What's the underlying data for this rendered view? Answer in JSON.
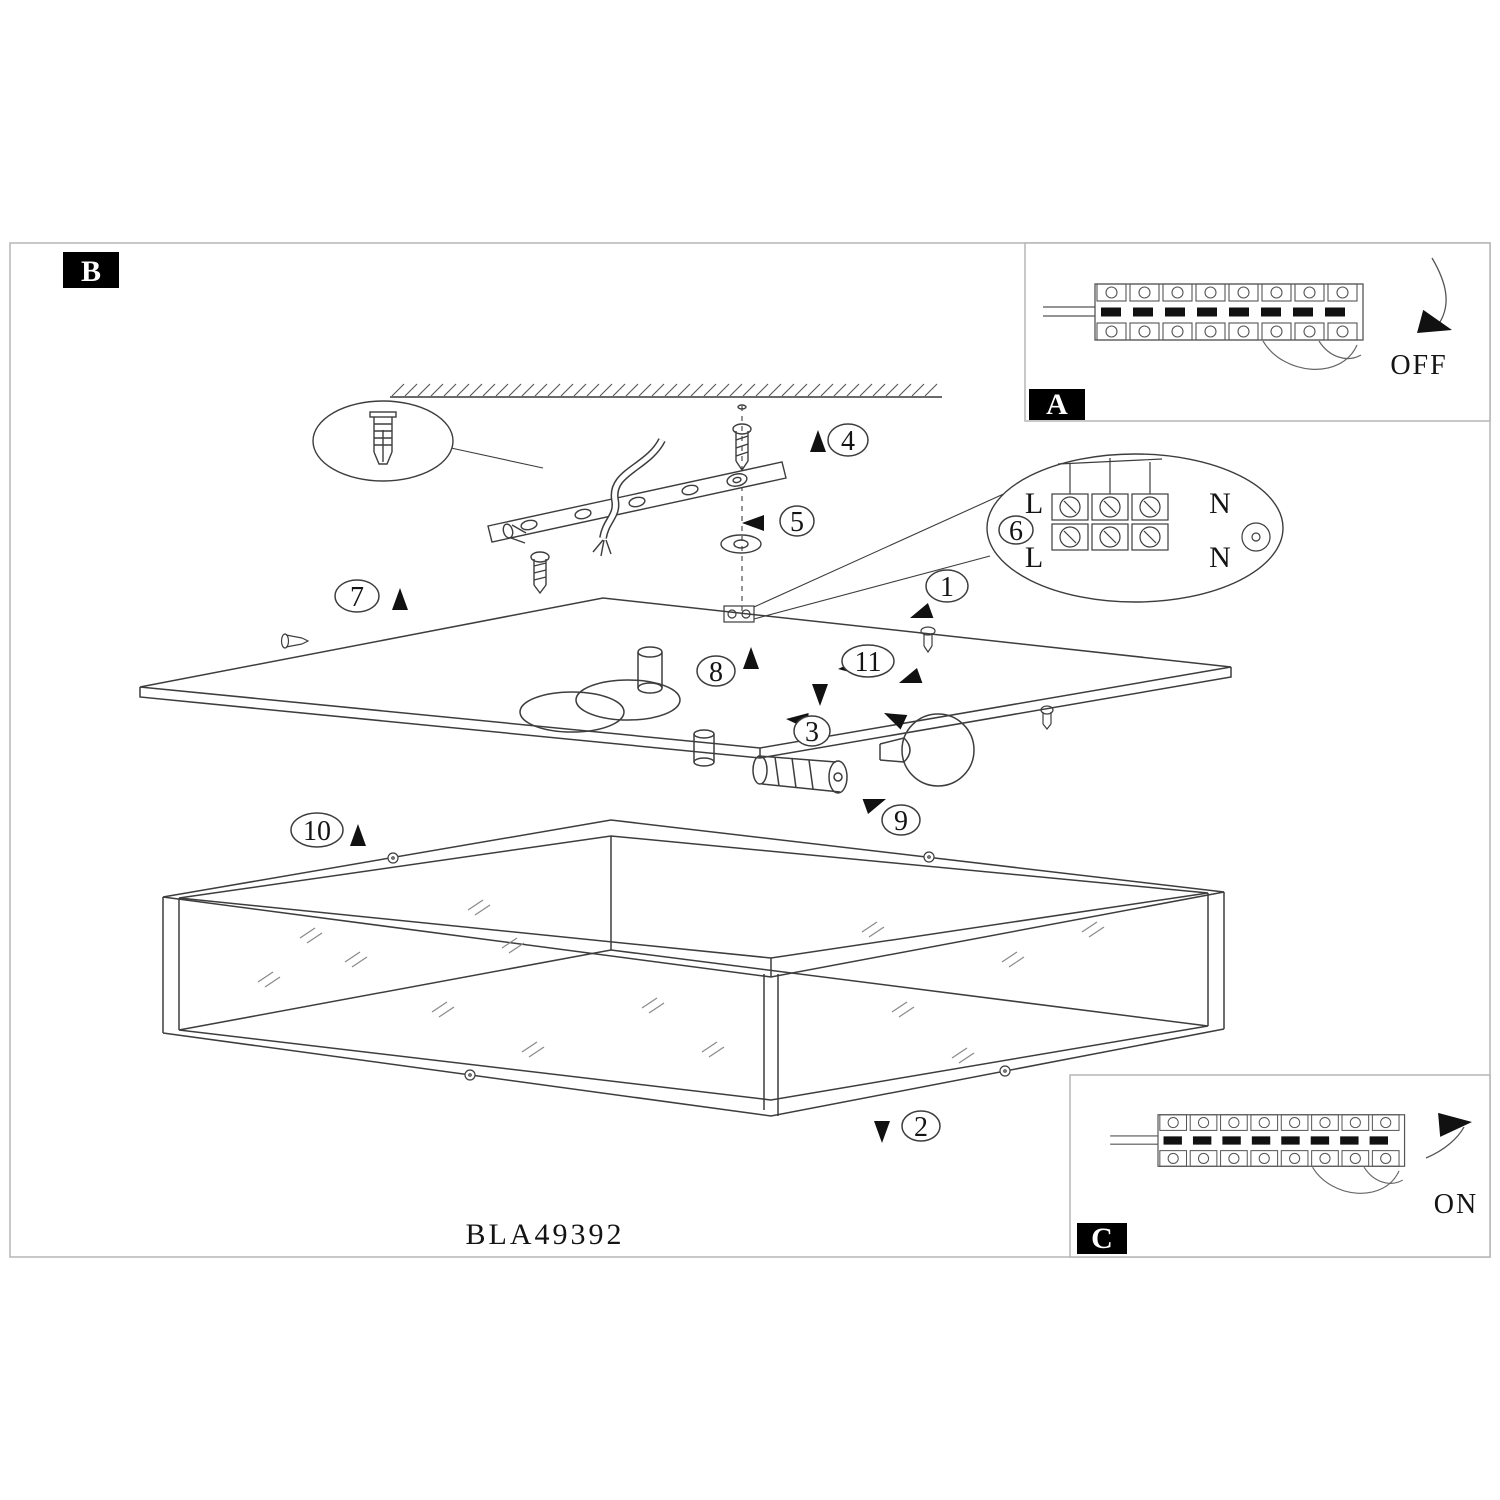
{
  "page": {
    "model_number": "BLA49392"
  },
  "section_tags": {
    "b": "B",
    "a": "A",
    "c": "C"
  },
  "panel_a": {
    "state_label": "OFF"
  },
  "panel_c": {
    "state_label": "ON"
  },
  "wiring_detail": {
    "live_top": "L",
    "neutral_top": "N",
    "live_bottom": "L",
    "neutral_bottom": "N"
  },
  "steps": {
    "s1": "1",
    "s2": "2",
    "s3": "3",
    "s4": "4",
    "s5": "5",
    "s6": "6",
    "s7": "7",
    "s8": "8",
    "s9": "9",
    "s10": "10",
    "s11": "11"
  }
}
